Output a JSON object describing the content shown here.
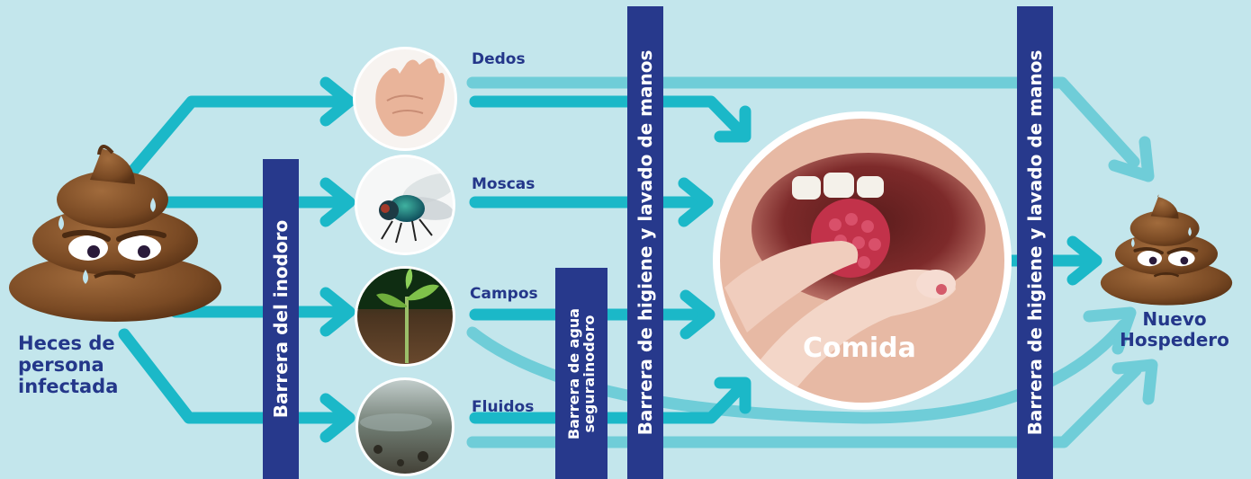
{
  "source": {
    "line1": "Heces de",
    "line2": "persona",
    "line3": "infectada"
  },
  "host": {
    "line1": "Nuevo",
    "line2": "Hospedero"
  },
  "paths": {
    "dedos": "Dedos",
    "moscas": "Moscas",
    "campos": "Campos",
    "fluidos": "Fluidos"
  },
  "food": "Comida",
  "barriers": {
    "toilet": "Barrera del inodoro",
    "water_line1": "Barrera de agua",
    "water_line2": "segurainodoro",
    "hygiene_1": "Barrera de higiene y lavado de manos",
    "hygiene_2": "Barrera de higiene y lavado de manos"
  },
  "colors": {
    "background": "#c3e6ec",
    "arrow_dark": "#1bb8c8",
    "arrow_light": "#6fcdd8",
    "barrier": "#27398c",
    "label": "#24378a",
    "poop": "#7a4a24"
  },
  "icons": [
    "poop-face-icon",
    "hand-image",
    "fly-image",
    "seedling-soil-image",
    "puddle-image",
    "mouth-raspberry-image"
  ]
}
